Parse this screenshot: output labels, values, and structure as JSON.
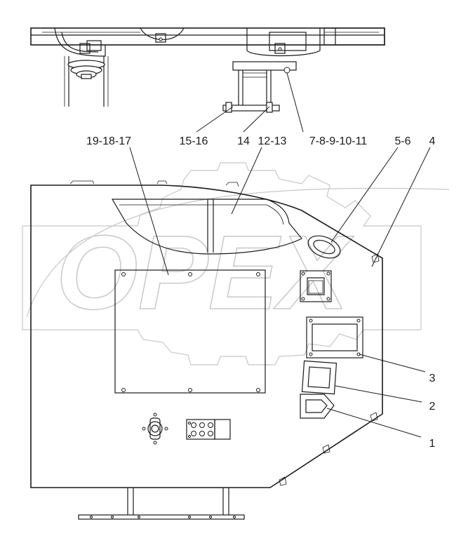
{
  "callouts": {
    "c_19_18_17": "19-18-17",
    "c_15_16": "15-16",
    "c_14": "14",
    "c_12_13": "12-13",
    "c_7_11": "7-8-9-10-11",
    "c_5_6": "5-6",
    "c_4": "4",
    "c_3": "3",
    "c_2": "2",
    "c_1": "1"
  },
  "watermark": {
    "text": "OPEX"
  }
}
